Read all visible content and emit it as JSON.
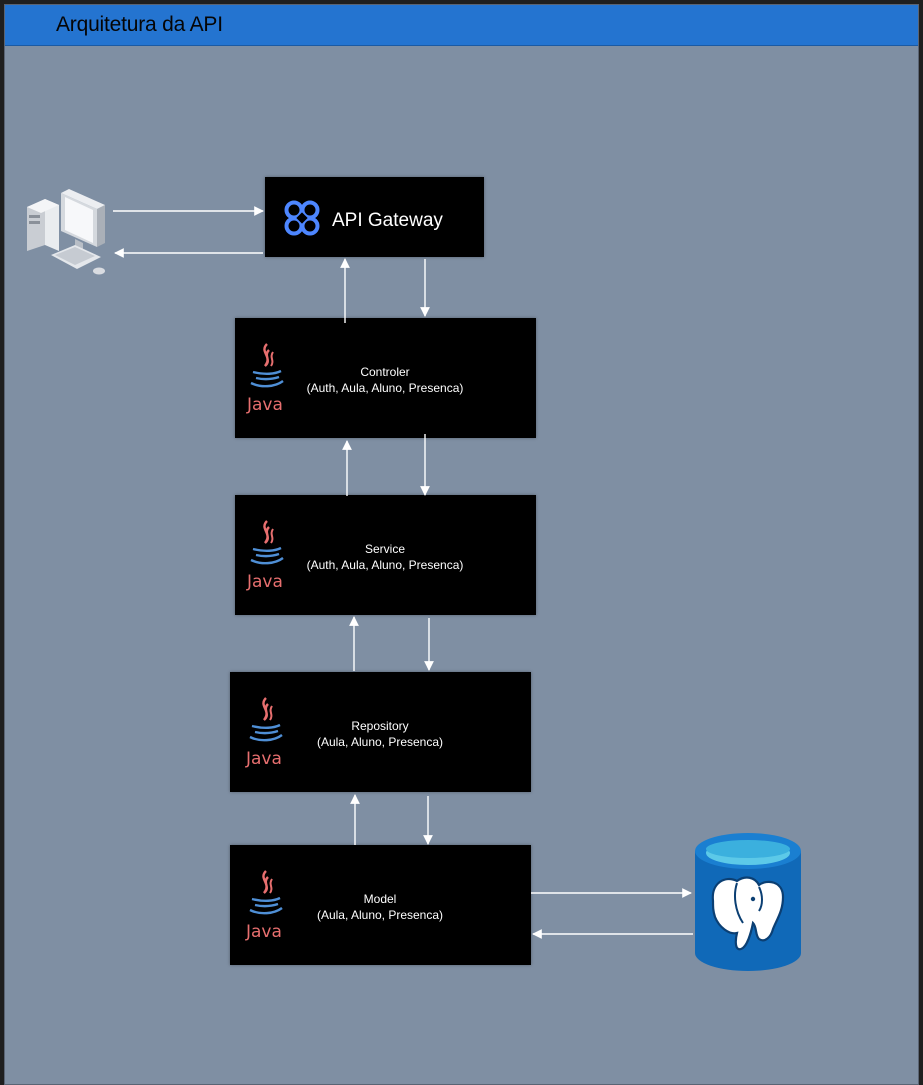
{
  "header": {
    "title": "Arquitetura da API"
  },
  "gateway": {
    "label": "API Gateway",
    "icon": "api-gateway-icon"
  },
  "layers": [
    {
      "name": "Controler",
      "scope": "(Auth, Aula, Aluno, Presenca)"
    },
    {
      "name": "Service",
      "scope": "(Auth, Aula, Aluno, Presenca)"
    },
    {
      "name": "Repository",
      "scope": "(Aula, Aluno, Presenca)"
    },
    {
      "name": "Model",
      "scope": "(Aula, Aluno, Presenca)"
    }
  ],
  "java_logo": {
    "text": "Java",
    "icon": "java-icon",
    "color": "#e76f6f"
  },
  "client": {
    "icon": "computer-icon"
  },
  "database": {
    "icon": "postgresql-database-icon",
    "color": "#1069b8"
  },
  "colors": {
    "titlebar": "#2474d0",
    "canvas": "#7f8fa3",
    "box": "#000000",
    "arrow": "#ffffff"
  }
}
